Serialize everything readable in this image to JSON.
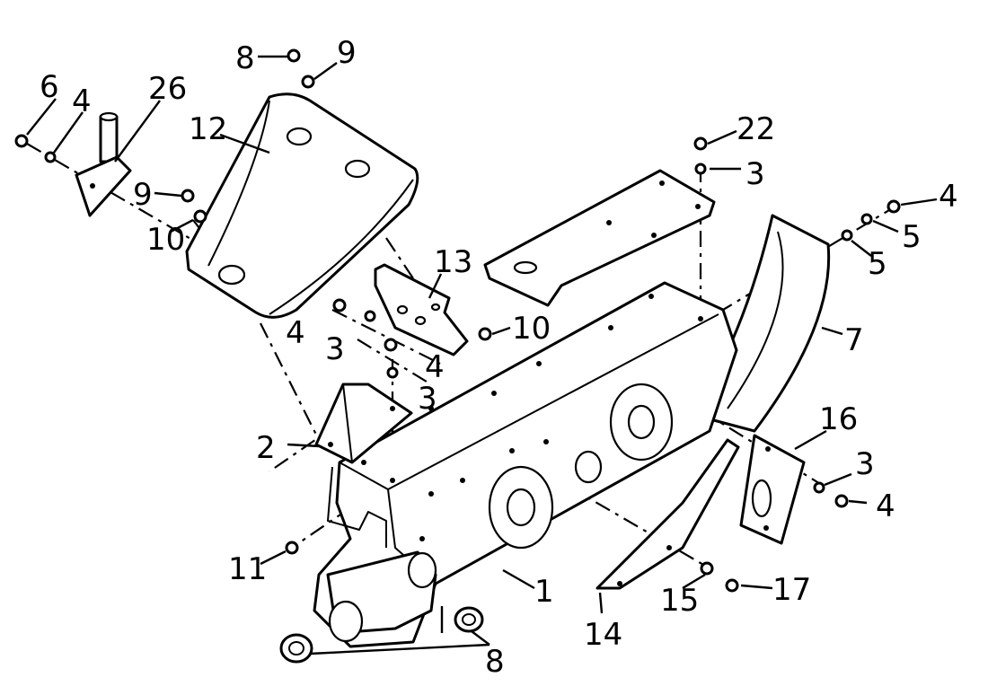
{
  "labels": [
    {
      "id": "l1",
      "text": "1"
    },
    {
      "id": "l2",
      "text": "2"
    },
    {
      "id": "l3a",
      "text": "3"
    },
    {
      "id": "l3b",
      "text": "3"
    },
    {
      "id": "l3c",
      "text": "3"
    },
    {
      "id": "l3d",
      "text": "3"
    },
    {
      "id": "l4a",
      "text": "4"
    },
    {
      "id": "l4b",
      "text": "4"
    },
    {
      "id": "l4c",
      "text": "4"
    },
    {
      "id": "l4d",
      "text": "4"
    },
    {
      "id": "l4e",
      "text": "4"
    },
    {
      "id": "l5a",
      "text": "5"
    },
    {
      "id": "l5b",
      "text": "5"
    },
    {
      "id": "l6",
      "text": "6"
    },
    {
      "id": "l7",
      "text": "7"
    },
    {
      "id": "l8a",
      "text": "8"
    },
    {
      "id": "l8b",
      "text": "8"
    },
    {
      "id": "l9a",
      "text": "9"
    },
    {
      "id": "l9b",
      "text": "9"
    },
    {
      "id": "l10a",
      "text": "10"
    },
    {
      "id": "l10b",
      "text": "10"
    },
    {
      "id": "l11",
      "text": "11"
    },
    {
      "id": "l12",
      "text": "12"
    },
    {
      "id": "l13",
      "text": "13"
    },
    {
      "id": "l14",
      "text": "14"
    },
    {
      "id": "l15",
      "text": "15"
    },
    {
      "id": "l16",
      "text": "16"
    },
    {
      "id": "l17",
      "text": "17"
    },
    {
      "id": "l22",
      "text": "22"
    },
    {
      "id": "l26",
      "text": "26"
    }
  ]
}
